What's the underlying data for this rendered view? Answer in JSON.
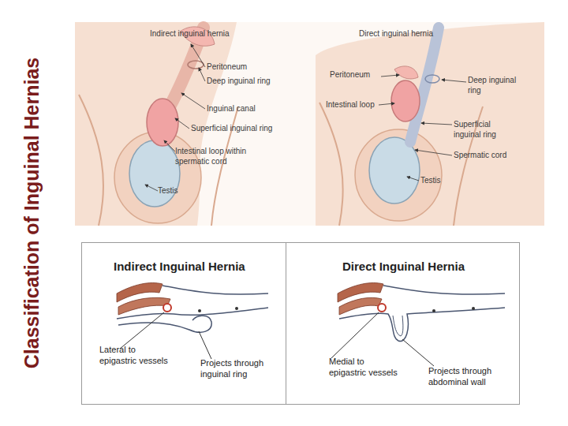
{
  "diagram": {
    "title": "Classification of Inguinal Hernias",
    "nodes": [
      {
        "text": [
          "Indirect Inguinal Hernia",
          "Lateral to epigastric vessels",
          "Projects through inguinal ring"
        ]
      },
      {
        "text": [
          "Direct Inguinal Hernia",
          "Medial to epigastric vessels",
          "Projects through abdominal wall"
        ]
      }
    ],
    "labels": [
      "Indirect inguinal hernia",
      "Peritoneum",
      "Deep inguinal ring",
      "Inguinal canal",
      "Superficial inguinal ring",
      "Intestinal loop within spermatic cord",
      "Testis",
      "Direct inguinal hernia",
      "Peritoneum",
      "Deep inguinal ring",
      "Intestinal loop",
      "Superficial inguinal ring",
      "Spermatic cord",
      "Testis"
    ]
  }
}
